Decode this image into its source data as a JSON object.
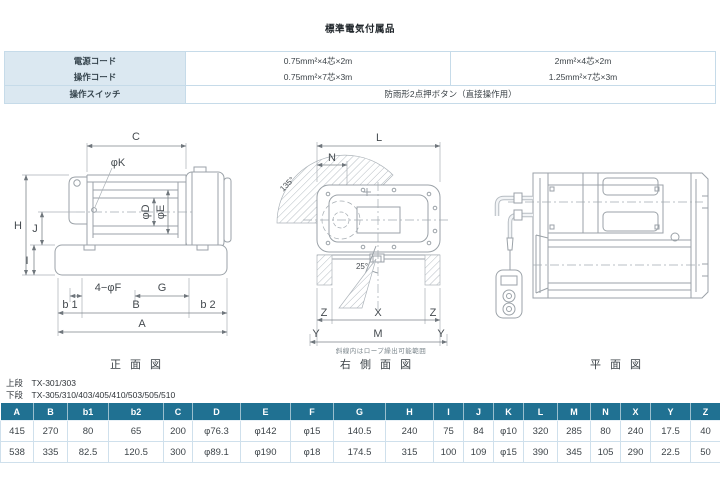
{
  "title": "標準電気付属品",
  "spec_table": {
    "power_label": "電源コード",
    "control_label": "操作コード",
    "power_small": "0.75mm²×4芯×2m",
    "control_small": "0.75mm²×7芯×3m",
    "power_large": "2mm²×4芯×2m",
    "control_large": "1.25mm²×7芯×3m",
    "switch_label": "操作スイッチ",
    "switch_value": "防雨形2点押ボタン（直接操作用）"
  },
  "figures": {
    "front": {
      "caption": "正 面 図",
      "labels": {
        "c": "C",
        "phi_k": "φK",
        "phi_d": "φD",
        "phi_e": "φE",
        "h": "H",
        "j": "J",
        "i": "I",
        "four_phi_f": "4−φF",
        "g": "G",
        "b1": "b 1",
        "b": "B",
        "b2": "b 2",
        "a": "A"
      }
    },
    "side": {
      "caption": "右 側 面 図",
      "note": "斜線内はロープ繰出可能範囲",
      "labels": {
        "l": "L",
        "n": "N",
        "deg135": "135°",
        "deg25": "25°",
        "z": "Z",
        "x": "X",
        "m": "M",
        "y": "Y"
      }
    },
    "plan": {
      "caption": "平 面 図"
    }
  },
  "legend": {
    "upper": "上段　TX-301/303",
    "lower": "下段　TX-305/310/403/405/410/503/505/510"
  },
  "dim_table": {
    "headers": [
      "A",
      "B",
      "b1",
      "b2",
      "C",
      "D",
      "E",
      "F",
      "G",
      "H",
      "I",
      "J",
      "K",
      "L",
      "M",
      "N",
      "X",
      "Y",
      "Z"
    ],
    "rows": [
      [
        "415",
        "270",
        "80",
        "65",
        "200",
        "φ76.3",
        "φ142",
        "φ15",
        "140.5",
        "240",
        "75",
        "84",
        "φ10",
        "320",
        "285",
        "80",
        "240",
        "17.5",
        "40"
      ],
      [
        "538",
        "335",
        "82.5",
        "120.5",
        "300",
        "φ89.1",
        "φ190",
        "φ18",
        "174.5",
        "315",
        "100",
        "109",
        "φ15",
        "390",
        "345",
        "105",
        "290",
        "22.5",
        "50"
      ]
    ]
  },
  "colors": {
    "table_header_bg": "#207192",
    "spec_label_bg": "#dbe8f1",
    "table_border": "#c6dbe9",
    "drawing_line": "#9ba2a8"
  }
}
